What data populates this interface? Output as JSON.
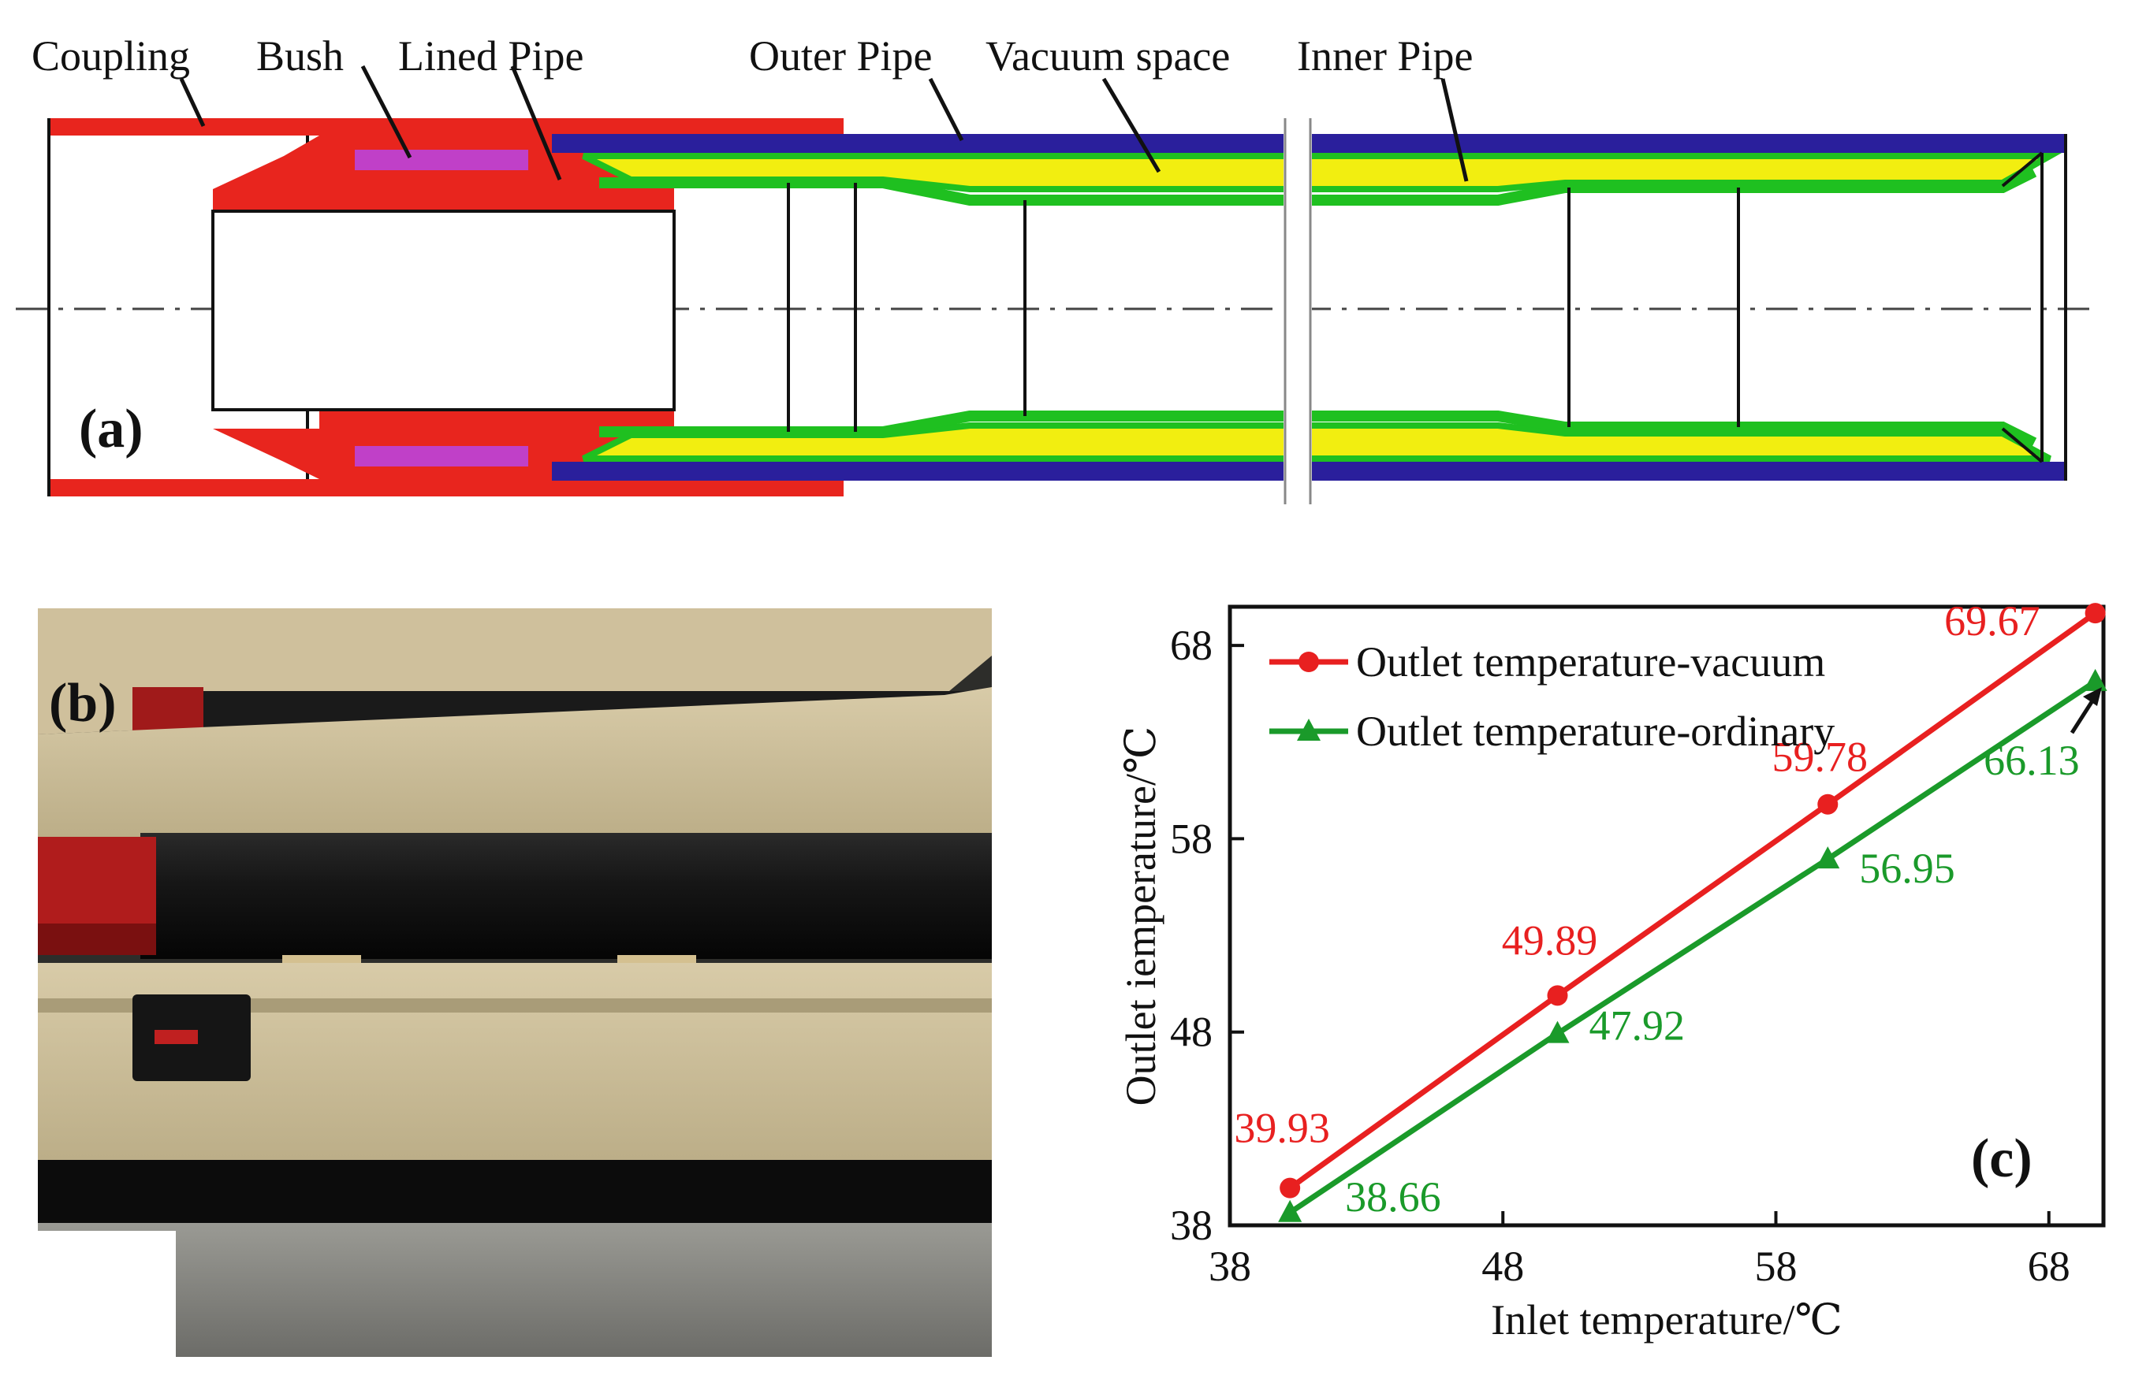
{
  "panel_a": {
    "tag": "(a)",
    "labels": {
      "coupling": "Coupling",
      "bush": "Bush",
      "lined_pipe": "Lined Pipe",
      "outer_pipe": "Outer Pipe",
      "vacuum_space": "Vacuum space",
      "inner_pipe": "Inner Pipe"
    },
    "colors": {
      "coupling": "#e8251e",
      "bush": "#c040c8",
      "outer_pipe": "#2a1f9c",
      "vacuum": "#f2ee10",
      "inner_pipe": "#1fc020"
    }
  },
  "panel_b": {
    "tag": "(b)",
    "photo_description_icon": "photo-of-vacuum-insulated-pipe-icon"
  },
  "panel_c": {
    "tag": "(c)"
  },
  "chart_data": {
    "type": "line",
    "xlabel": "Inlet temperature/℃",
    "ylabel": "Outlet iemperature/℃",
    "xlim": [
      38,
      70
    ],
    "ylim": [
      38,
      70
    ],
    "xticks": [
      38,
      48,
      58,
      68
    ],
    "yticks": [
      38,
      48,
      58,
      68
    ],
    "grid": false,
    "legend_position": "top-left",
    "series": [
      {
        "name": "Outlet temperature-vacuum",
        "color": "#e82020",
        "marker": "circle",
        "x": [
          40.2,
          50.0,
          59.9,
          69.7
        ],
        "y": [
          39.93,
          49.89,
          59.78,
          69.67
        ],
        "labels": [
          "39.93",
          "49.89",
          "59.78",
          "69.67"
        ]
      },
      {
        "name": "Outlet temperature-ordinary",
        "color": "#1a9a2a",
        "marker": "triangle",
        "x": [
          40.2,
          50.0,
          59.9,
          69.7
        ],
        "y": [
          38.66,
          47.92,
          56.95,
          66.13
        ],
        "labels": [
          "38.66",
          "47.92",
          "56.95",
          "66.13"
        ]
      }
    ]
  }
}
